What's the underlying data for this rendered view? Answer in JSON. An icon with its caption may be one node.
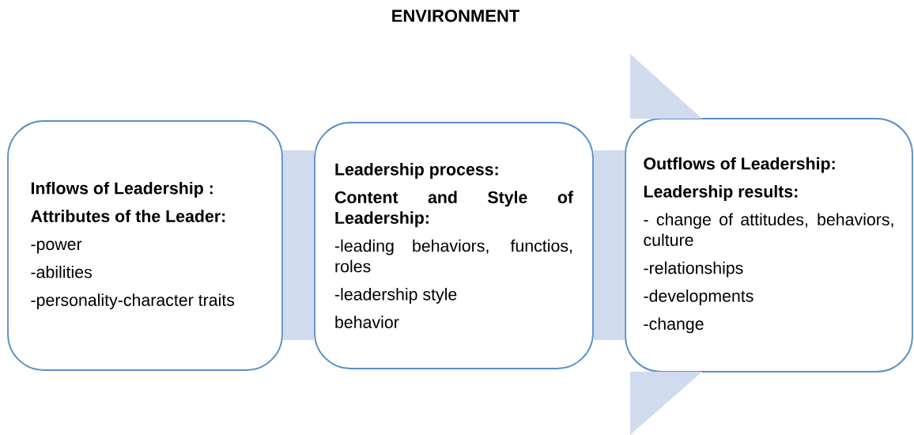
{
  "diagram": {
    "title": "ENVIRONMENT",
    "nodes": [
      {
        "text": [
          "Inflows of Leadership :",
          "Attributes of the Leader:",
          "-power",
          "-abilities",
          "-personality-character traits"
        ]
      },
      {
        "text": [
          "Leadership process:",
          "Content and Style of Leadership:",
          "-leading behaviors, functios, roles",
          "-leadership style",
          "behavior"
        ]
      },
      {
        "text": [
          "Outflows of Leadership:",
          "Leadership results:",
          "- change of attitudes, behaviors, culture",
          "-relationships",
          "-developments",
          "-change"
        ]
      }
    ],
    "edges": [
      {
        "from": 0,
        "to": 1,
        "arrow": "none"
      },
      {
        "from": 1,
        "to": 2,
        "arrow": "none"
      }
    ]
  }
}
